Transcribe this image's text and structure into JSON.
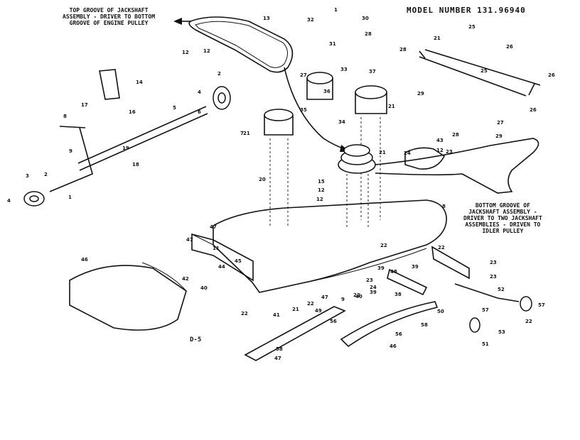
{
  "header": {
    "model_label": "MODEL NUMBER 131.96940",
    "figure_label": "D-5"
  },
  "notes": {
    "top": [
      "TOP GROOVE OF JACKSHAFT",
      "ASSEMBLY - DRIVER TO BOTTOM",
      "GROOVE OF ENGINE PULLEY"
    ],
    "bottom": [
      "BOTTOM GROOVE OF",
      "JACKSHAFT ASSEMBLY -",
      "DRIVER TO TWO JACKSHAFT",
      "ASSEMBLIES - DRIVEN TO",
      "IDLER PULLEY"
    ]
  },
  "callouts": [
    "1",
    "32",
    "30",
    "28",
    "31",
    "13",
    "33",
    "27",
    "36",
    "35",
    "34",
    "37",
    "21",
    "21",
    "21",
    "25",
    "26",
    "25",
    "28",
    "29",
    "27",
    "26",
    "26",
    "12",
    "14",
    "12",
    "2",
    "17",
    "16",
    "8",
    "5",
    "6",
    "19",
    "9",
    "18",
    "4",
    "3",
    "2",
    "4",
    "1",
    "7",
    "21",
    "20",
    "15",
    "12",
    "12",
    "43",
    "12",
    "24",
    "23",
    "28",
    "29",
    "8",
    "47",
    "47",
    "11",
    "44",
    "45",
    "46",
    "42",
    "40",
    "22",
    "47",
    "22",
    "41",
    "21",
    "49",
    "9",
    "22",
    "24",
    "23",
    "39",
    "22",
    "40",
    "39",
    "48",
    "38",
    "22",
    "23",
    "23",
    "39",
    "50",
    "52",
    "53",
    "51",
    "22",
    "57",
    "57",
    "56",
    "58",
    "58",
    "56",
    "47",
    "46"
  ]
}
